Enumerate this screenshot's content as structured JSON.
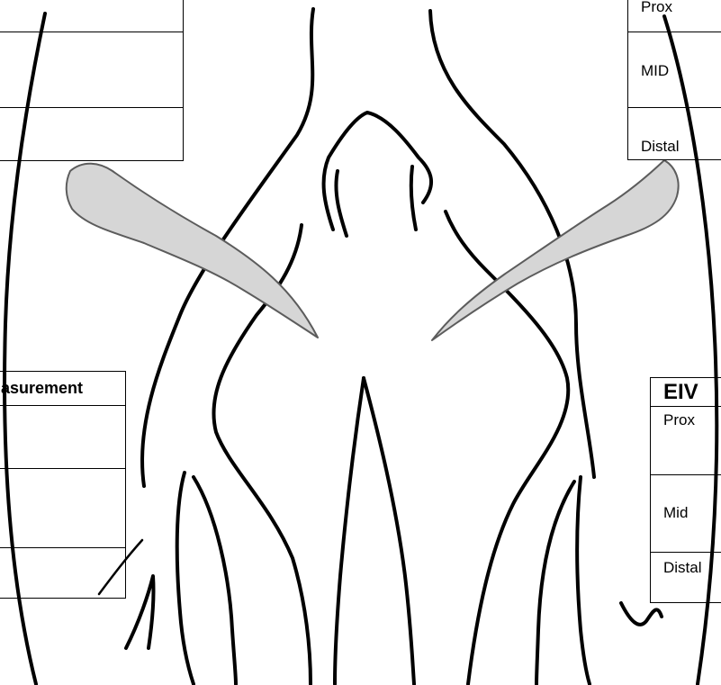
{
  "tables": {
    "top_left": {
      "rows": [
        "",
        "",
        ""
      ]
    },
    "top_right": {
      "rows": [
        "Prox",
        "MID",
        "Distal"
      ]
    },
    "mid_left": {
      "header": "asurement",
      "rows": [
        "",
        "",
        ""
      ]
    },
    "mid_right": {
      "header": "EIV",
      "rows": [
        "Prox",
        "Mid",
        "Distal"
      ]
    }
  },
  "colors": {
    "vessel_fill": "#d6d6d6",
    "outline": "#000000"
  }
}
